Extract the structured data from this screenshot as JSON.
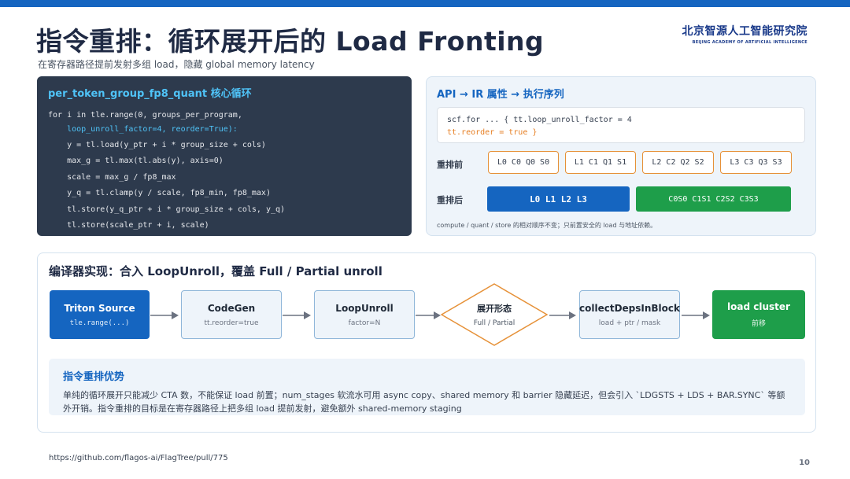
{
  "header": {
    "title": "指令重排：循环展开后的 Load Fronting",
    "subtitle": "在寄存器路径提前发射多组 load，隐藏 global memory latency",
    "logo_cn": "北京智源人工智能研究院",
    "logo_en": "BEIJING ACADEMY OF ARTIFICIAL INTELLIGENCE"
  },
  "code_panel": {
    "title": "per_token_group_fp8_quant 核心循环",
    "lines": [
      "for i in tle.range(0, groups_per_program,",
      "    loop_unroll_factor=4, reorder=True):",
      "    y = tl.load(y_ptr + i * group_size + cols)",
      "    max_g = tl.max(tl.abs(y), axis=0)",
      "    scale = max_g / fp8_max",
      "    y_q = tl.clamp(y / scale, fp8_min, fp8_max)",
      "    tl.store(y_q_ptr + i * group_size + cols, y_q)",
      "    tl.store(scale_ptr + i, scale)"
    ]
  },
  "api_panel": {
    "title": "API → IR 属性 → 执行序列",
    "code_line1": "scf.for ... { tt.loop_unroll_factor = 4",
    "code_line2": "tt.reorder = true }",
    "before_label": "重排前",
    "before_chips": [
      "L0 C0 Q0 S0",
      "L1 C1 Q1 S1",
      "L2 C2 Q2 S2",
      "L3 C3 Q3 S3"
    ],
    "after_label": "重排后",
    "after_loads": "L0 L1 L2 L3",
    "after_rest": "C0S0 C1S1 C2S2 C3S3",
    "note": "compute / quant / store 的相对顺序不变；只前置安全的 load 与地址依赖。"
  },
  "compiler_panel": {
    "title": "编译器实现：合入 LoopUnroll，覆盖 Full / Partial unroll",
    "nodes": [
      {
        "title": "Triton Source",
        "sub": "tle.range(...)"
      },
      {
        "title": "CodeGen",
        "sub": "tt.reorder=true"
      },
      {
        "title": "LoopUnroll",
        "sub": "factor=N"
      },
      {
        "title": "展开形态",
        "sub": "Full / Partial"
      },
      {
        "title": "collectDepsInBlock",
        "sub": "load + ptr / mask"
      },
      {
        "title": "load cluster",
        "sub": "前移"
      }
    ],
    "advantage_title": "指令重排优势",
    "advantage_text": "单纯的循环展开只能减少 CTA 数，不能保证 load 前置；num_stages 软流水可用 async copy、shared memory 和 barrier 隐藏延迟，但会引入 `LDGSTS + LDS + BAR.SYNC` 等额外开销。指令重排的目标是在寄存器路径上把多组 load 提前发射，避免额外 shared-memory staging"
  },
  "footer": {
    "link": "https://github.com/flagos-ai/FlagTree/pull/775",
    "page_number": "10"
  },
  "colors": {
    "brand_blue": "#1565c0",
    "accent_green": "#1e9e4a",
    "accent_orange": "#e69138",
    "code_bg": "#2d3a4d",
    "code_cyan": "#4fc3f7"
  }
}
